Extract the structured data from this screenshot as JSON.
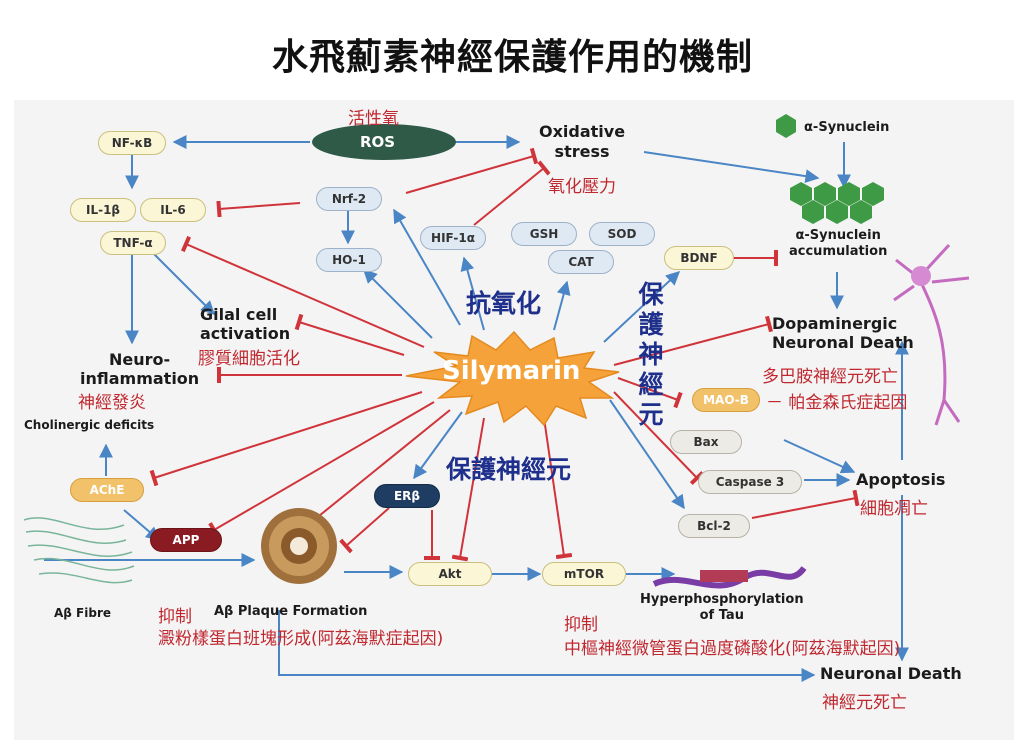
{
  "title": "水飛薊素神經保護作用的機制",
  "center": "Silymarin",
  "nodes": {
    "ros": "ROS",
    "nfkb": "NF-κB",
    "il1b": "IL-1β",
    "il6": "IL-6",
    "tnfa": "TNF-α",
    "nrf2": "Nrf-2",
    "ho1": "HO-1",
    "hif1a": "HIF-1α",
    "gsh": "GSH",
    "sod": "SOD",
    "cat": "CAT",
    "bdnf": "BDNF",
    "maob": "MAO-B",
    "bax": "Bax",
    "caspase3": "Caspase 3",
    "bcl2": "Bcl-2",
    "ache": "AChE",
    "app": "APP",
    "erb": "ERβ",
    "akt": "Akt",
    "mtor": "mTOR"
  },
  "english_labels": {
    "oxidative_stress": "Oxidative\nstress",
    "alpha_syn": "α-Synuclein",
    "alpha_syn_acc": "α-Synuclein\naccumulation",
    "glial": "Gilal cell\nactivation",
    "neuroinflammation": "Neuro-\ninflammation",
    "cholinergic": "Cholinergic deficits",
    "dopaminergic": "Dopaminergic\nNeuronal Death",
    "apoptosis": "Apoptosis",
    "abeta_fibre": "Aβ Fibre",
    "abeta_plaque": "Aβ Plaque Formation",
    "tau": "Hyperphosphorylation\nof Tau",
    "neuronal_death": "Neuronal Death"
  },
  "chinese_labels": {
    "ros": "活性氧",
    "oxidative_stress": "氧化壓力",
    "glial": "膠質細胞活化",
    "neuroinflammation": "神經發炎",
    "dopaminergic": "多巴胺神經元死亡",
    "parkinson": "－ 帕金森氏症起因",
    "apoptosis": "細胞凋亡",
    "plaque_inhibit": "抑制",
    "plaque": "澱粉樣蛋白班塊形成(阿茲海默症起因)",
    "tau_inhibit": "抑制",
    "tau": "中樞神經微管蛋白過度磷酸化(阿茲海默起因)",
    "neuronal_death": "神經元死亡"
  },
  "highlight_labels": {
    "antioxidant": "抗氧化",
    "neuroprotect_vertical": "保護神經元",
    "neuroprotect": "保護神經元"
  },
  "colors": {
    "activate_arrow": "#4a86c5",
    "inhibit_line": "#d0343a",
    "center_fill": "#f5a23a",
    "ros_fill": "#2f5a48",
    "synuclein": "#3f9a45"
  }
}
